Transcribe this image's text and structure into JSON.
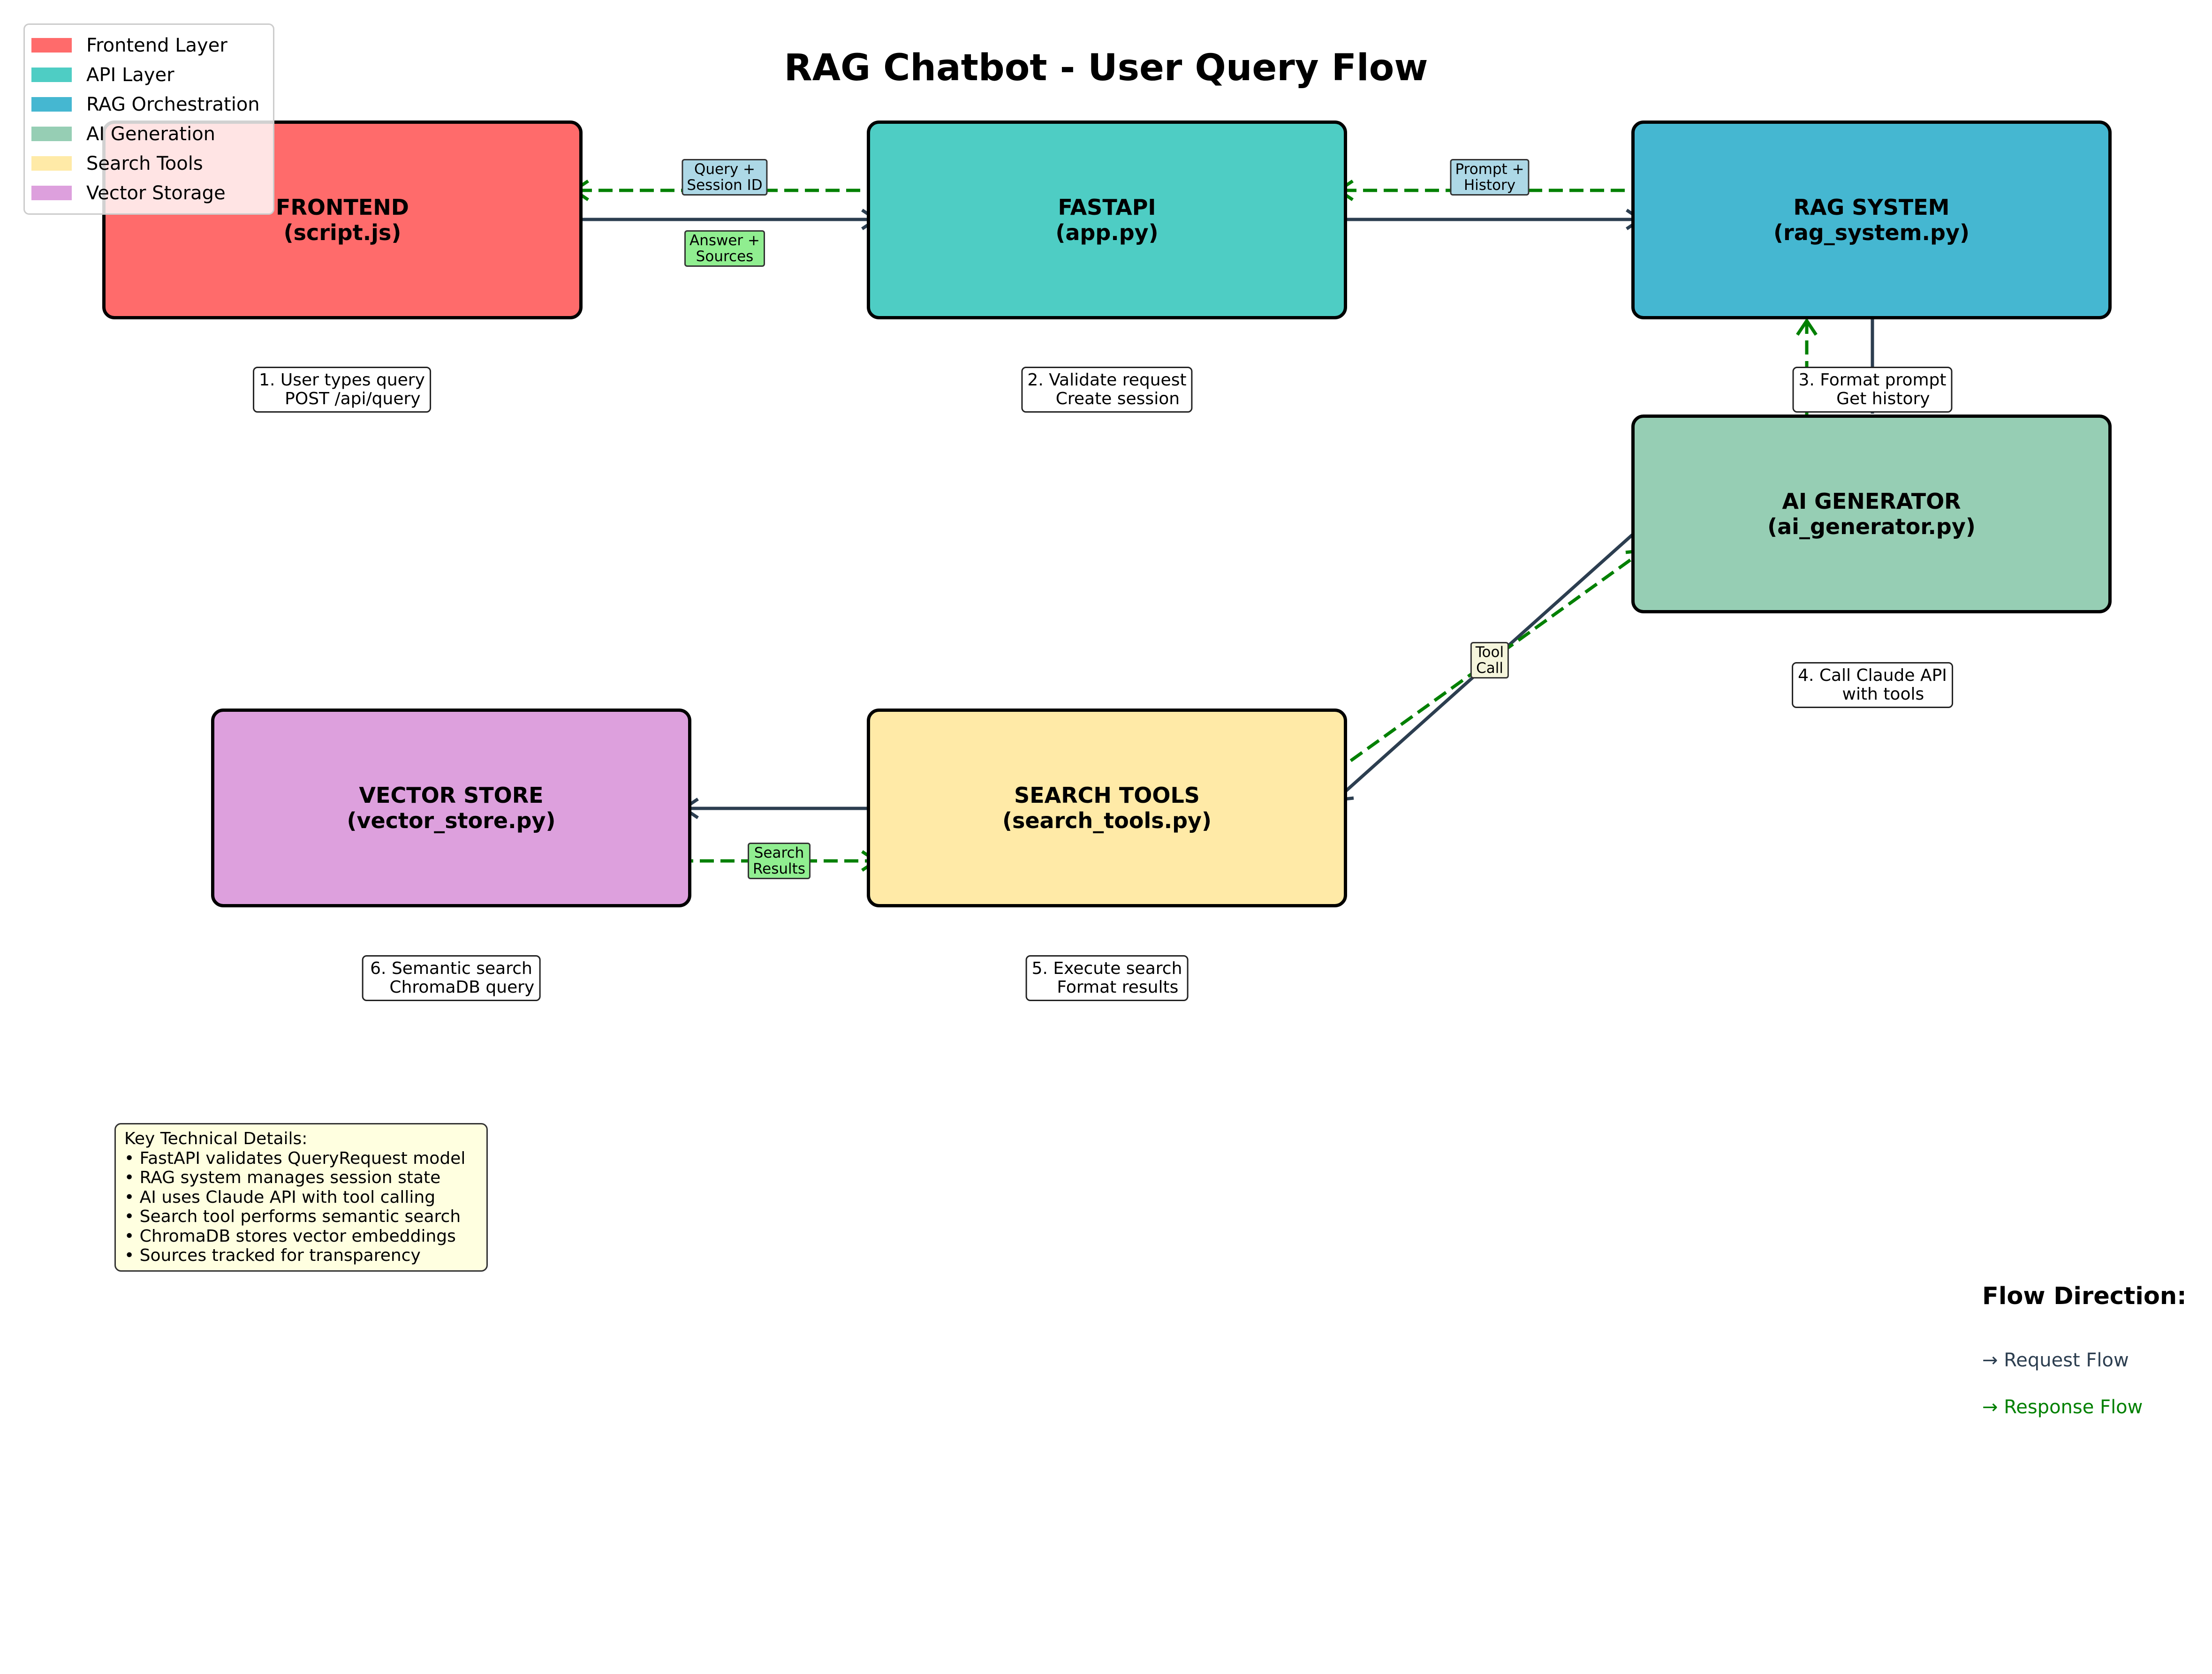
{
  "title": "RAG Chatbot - User Query Flow",
  "legend": [
    {
      "label": "Frontend Layer",
      "color": "#ff6b6b"
    },
    {
      "label": "API Layer",
      "color": "#4ecdc4"
    },
    {
      "label": "RAG Orchestration",
      "color": "#45b7d1"
    },
    {
      "label": "AI Generation",
      "color": "#96ceb4"
    },
    {
      "label": "Search Tools",
      "color": "#ffeaa7"
    },
    {
      "label": "Vector Storage",
      "color": "#dda0dd"
    }
  ],
  "components": {
    "frontend": {
      "name": "FRONTEND",
      "file": "(script.js)",
      "color": "#ff6b6b"
    },
    "fastapi": {
      "name": "FASTAPI",
      "file": "(app.py)",
      "color": "#4ecdc4"
    },
    "rag_system": {
      "name": "RAG SYSTEM",
      "file": "(rag_system.py)",
      "color": "#45b7d1"
    },
    "ai_generator": {
      "name": "AI GENERATOR",
      "file": "(ai_generator.py)",
      "color": "#96ceb4"
    },
    "search_tools": {
      "name": "SEARCH TOOLS",
      "file": "(search_tools.py)",
      "color": "#ffeaa7"
    },
    "vector_store": {
      "name": "VECTOR STORE",
      "file": "(vector_store.py)",
      "color": "#dda0dd"
    }
  },
  "steps": {
    "s1": "1. User types query\n    POST /api/query",
    "s2": "2. Validate request\n    Create session",
    "s3": "3. Format prompt\n    Get history",
    "s4": "4. Call Claude API\n    with tools",
    "s5": "5. Execute search\n    Format results",
    "s6": "6. Semantic search\n    ChromaDB query"
  },
  "edge_labels": {
    "query_session": "Query +\nSession ID",
    "answer_sources": "Answer +\nSources",
    "prompt_history": "Prompt +\nHistory",
    "tool_call": "Tool\nCall",
    "search_results": "Search\nResults"
  },
  "details": {
    "title": "Key Technical Details:",
    "items": [
      "• FastAPI validates QueryRequest model",
      "• RAG system manages session state",
      "• AI uses Claude API with tool calling",
      "• Search tool performs semantic search",
      "• ChromaDB stores vector embeddings",
      "• Sources tracked for transparency"
    ]
  },
  "flow_direction": {
    "title": "Flow Direction:",
    "request": "→ Request Flow",
    "response": "→ Response Flow",
    "request_color": "#2c3e50",
    "response_color": "#008000"
  }
}
